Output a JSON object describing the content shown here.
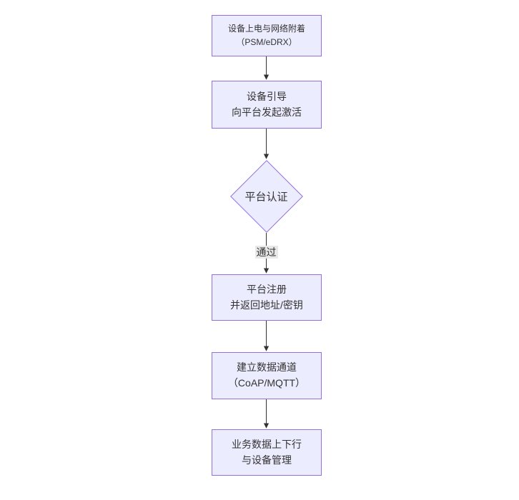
{
  "diagram": {
    "kind": "flowchart",
    "direction": "top-to-bottom",
    "nodes": [
      {
        "id": "A",
        "shape": "rect",
        "lines": [
          "设备上电与网络附着",
          "（PSM/eDRX）"
        ]
      },
      {
        "id": "B",
        "shape": "rect",
        "lines": [
          "设备引导",
          "向平台发起激活"
        ]
      },
      {
        "id": "C",
        "shape": "diamond",
        "lines": [
          "平台认证"
        ]
      },
      {
        "id": "D",
        "shape": "rect",
        "lines": [
          "平台注册",
          "并返回地址/密钥"
        ]
      },
      {
        "id": "E",
        "shape": "rect",
        "lines": [
          "建立数据通道",
          "（CoAP/MQTT）"
        ]
      },
      {
        "id": "F",
        "shape": "rect",
        "lines": [
          "业务数据上下行",
          "与设备管理"
        ]
      }
    ],
    "edges": [
      {
        "from": "A",
        "to": "B",
        "label": ""
      },
      {
        "from": "B",
        "to": "C",
        "label": ""
      },
      {
        "from": "C",
        "to": "D",
        "label": "通过"
      },
      {
        "from": "D",
        "to": "E",
        "label": ""
      },
      {
        "from": "E",
        "to": "F",
        "label": ""
      }
    ],
    "colors": {
      "node_fill": "#ECECFF",
      "node_border": "#9370DB",
      "text": "#333333",
      "edge": "#333333",
      "edge_label_bg": "#e8e8e8",
      "background": "#ffffff"
    }
  }
}
